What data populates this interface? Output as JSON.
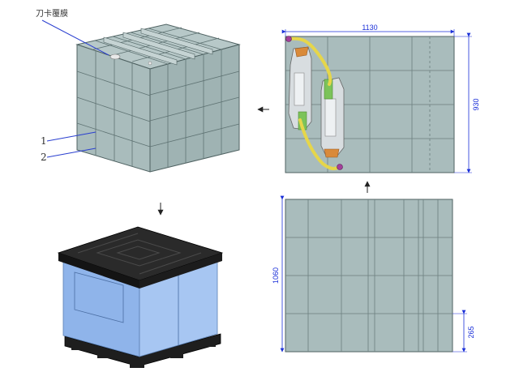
{
  "labels": {
    "knife_card_film": "刀卡覆膜",
    "layer_1": "1",
    "layer_2": "2"
  },
  "dimensions": {
    "length": "1130",
    "width": "930",
    "height": "1060",
    "bottom_section": "265"
  },
  "flow_arrows": [
    "arrow-left",
    "arrow-down",
    "arrow-up"
  ],
  "colors": {
    "panel_fill": "#a9bcbc",
    "panel_line": "#4f6262",
    "dimension_line": "#1a2fd8",
    "pointer_line": "#2a3fd0",
    "box_blue": "#8fb4ea",
    "lid_black": "#1e1e1e",
    "part_yellow": "#e6d64a",
    "part_green": "#7cc35a",
    "part_orange": "#d98a3a",
    "part_magenta": "#a33f9a"
  }
}
